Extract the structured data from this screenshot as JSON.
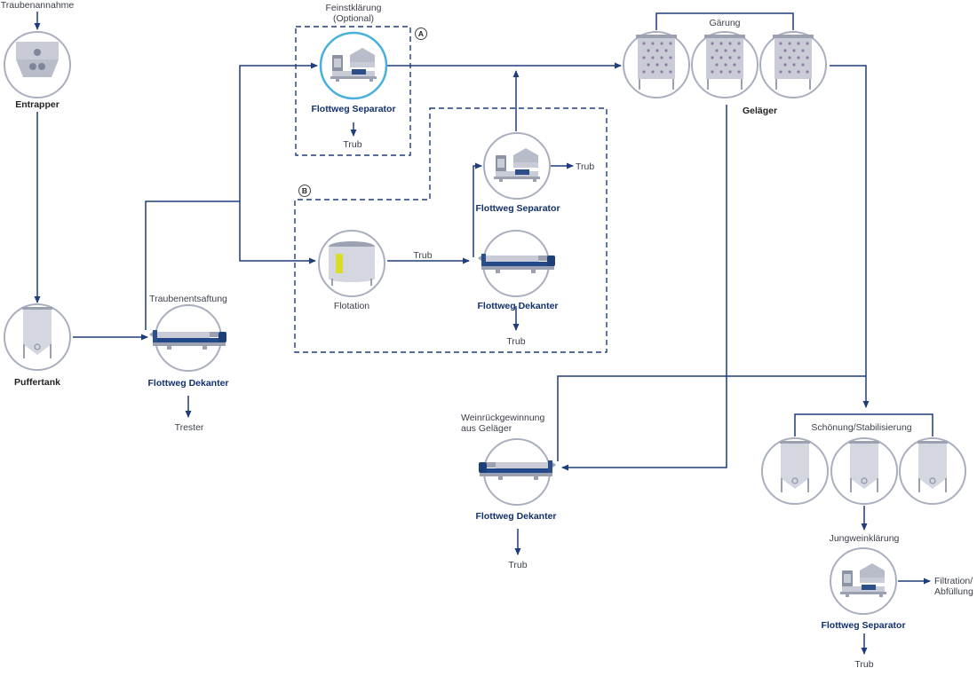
{
  "labels": {
    "traubenannahme": "Traubenannahme",
    "entrapper": "Entrapper",
    "puffertank": "Puffertank",
    "traubenentsaftung": "Traubenentsaftung",
    "dekanter_1": "Flottweg Dekanter",
    "trester": "Trester",
    "feinstklaerung_1": "Feinstklärung",
    "feinstklaerung_2": "(Optional)",
    "badge_a": "A",
    "badge_b": "B",
    "separator_a": "Flottweg Separator",
    "trub_a": "Trub",
    "separator_b": "Flottweg Separator",
    "trub_sep_b": "Trub",
    "flotation": "Flotation",
    "trub_flotation": "Trub",
    "dekanter_b": "Flottweg Dekanter",
    "trub_dek_b": "Trub",
    "gaerung": "Gärung",
    "gelaeger": "Geläger",
    "weinrueck_1": "Weinrückgewinnung",
    "weinrueck_2": "aus Geläger",
    "dekanter_wr": "Flottweg Dekanter",
    "trub_wr": "Trub",
    "schoenung": "Schönung/Stabilisierung",
    "jungwein": "Jungweinklärung",
    "separator_jw": "Flottweg Separator",
    "filtration_1": "Filtration/",
    "filtration_2": "Abfüllung",
    "trub_jw": "Trub"
  },
  "colors": {
    "flow_line": "#1f3d7a",
    "dashed_box": "#1f3d7a",
    "circle_outline": "#a9afbe",
    "highlight_outline": "#48b0dc",
    "machine_light": "#c9ccd6",
    "machine_mid": "#9ba1b1",
    "machine_dark": "#2b4f86",
    "text_blue": "#12306e",
    "flotation_yellow": "#d9dc2a"
  },
  "icons": [
    "arrow-icon",
    "hopper-icon",
    "tank-icon",
    "fermentation-tank-icon",
    "decanter-icon",
    "separator-icon",
    "flotation-tank-icon"
  ]
}
